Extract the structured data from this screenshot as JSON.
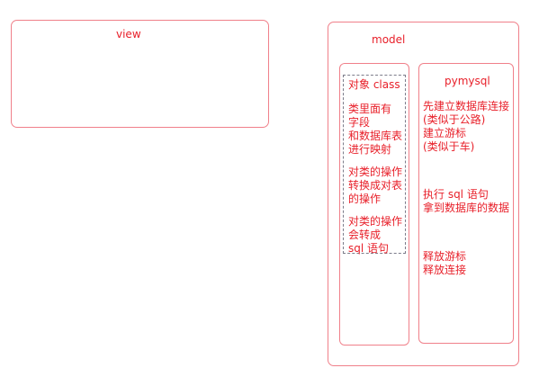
{
  "view": {
    "title": "view"
  },
  "model": {
    "title": "model"
  },
  "object_box": {
    "blocks": [
      [
        "对象 class"
      ],
      [
        "类里面有",
        "字段",
        "和数据库表",
        "进行映射"
      ],
      [
        "对类的操作",
        "转换成对表",
        "的操作"
      ],
      [
        "对类的操作",
        "会转成",
        "sql 语句"
      ]
    ]
  },
  "pymysql_box": {
    "title": "pymysql",
    "blocks": [
      [
        "先建立数据库连接",
        "(类似于公路)",
        "建立游标",
        "(类似于车)"
      ],
      [
        "执行 sql 语句",
        "拿到数据库的数据"
      ],
      [
        "释放游标",
        "释放连接"
      ]
    ]
  },
  "colors": {
    "text": "#e8202a",
    "border": "#f0808a",
    "dashed": "#7c7c8a"
  }
}
